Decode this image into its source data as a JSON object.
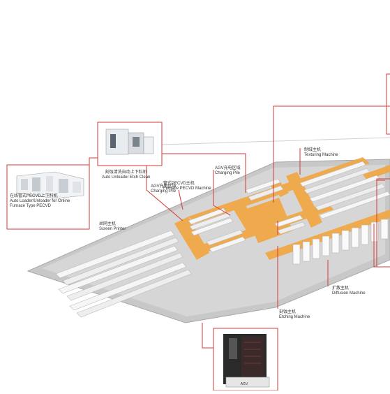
{
  "labels": {
    "texturing": {
      "zh": "制绒主机",
      "en": "Texturing Machine"
    },
    "charging_top": {
      "zh": "AGV充电区域",
      "en": "Charging Pile"
    },
    "furnace": {
      "zh": "管式PECVD主机",
      "en": "Furnace PECVD Machine"
    },
    "charging_left": {
      "zh": "AGV充电区域",
      "en": "Charging Pile"
    },
    "screen_printer": {
      "zh": "丝网主机",
      "en": "Screen Printer"
    },
    "diffusion": {
      "zh": "扩散主机",
      "en": "Diffusion Machine"
    },
    "etching": {
      "zh": "刻蚀主机",
      "en": "Etching Machine"
    }
  },
  "cards": {
    "etch_clean": {
      "zh": "刻蚀清洗自动上下料机",
      "en": "Auto Unloader Etch Clean"
    },
    "online_pecvd": {
      "zh": "在线管式PECVD上下料机",
      "en1": "Auto Loader/Unloader for Online",
      "en2": "Furnace Type PECVD"
    },
    "agv": {
      "badge": "AGV"
    }
  },
  "colors": {
    "accent": "#d43a3a",
    "floor": "#c9c9c9",
    "lane": "#f2a640",
    "machine": "#f4f4f4"
  }
}
